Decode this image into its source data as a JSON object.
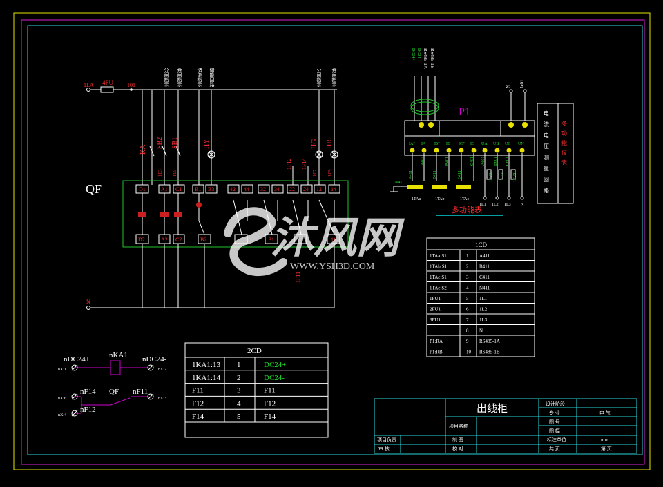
{
  "colors": {
    "background": "#000000",
    "frame_outer": "#e5e500",
    "frame_mid": "#d81fd8",
    "frame_inner": "#2ad6d6",
    "wire": "#ffffff",
    "terminal": "#22c22b",
    "label": "#ff3030",
    "magenta": "#d000d0",
    "cyan": "#00d6d6"
  },
  "left_circuit": {
    "source_label": "1LA",
    "fuse_label": "4FU",
    "node_label": "101",
    "neutral_label": "N",
    "breaker_label": "QF",
    "top_labels": [
      "分闸指示",
      "合闸指示",
      "储能指示",
      "储能回路",
      "分闸指示",
      "合闸指示"
    ],
    "element_labels": [
      "KA",
      "SB2",
      "SB1",
      "HY",
      "1F12",
      "1F14",
      "HG",
      "HR",
      "1F11"
    ],
    "node_numbers": [
      "103",
      "105",
      "107",
      "109"
    ],
    "top_terminals": [
      "D1",
      "A1",
      "C1",
      "B1",
      "B3",
      "42",
      "44",
      "32",
      "34",
      "22",
      "24",
      "12",
      "14"
    ],
    "bottom_terminals": [
      "D2",
      "A2",
      "C2",
      "B2",
      "",
      "31",
      "",
      "11"
    ]
  },
  "p1_meter": {
    "title": "P1",
    "subtitle": "多功能表",
    "top_labels": [
      "DC24+",
      "DC24-",
      "RS485-1A",
      "RS485-1B"
    ],
    "right_labels": [
      "N",
      "Ia01"
    ],
    "terminal_labels": [
      "IA*",
      "IA",
      "IB*",
      "IB",
      "IC*",
      "IC",
      "UA",
      "UB",
      "UC",
      "UN"
    ],
    "wire_codes": [
      "A411",
      "A401",
      "B411",
      "B401",
      "C411",
      "C401",
      "A601",
      "B601",
      "C601"
    ],
    "ct_labels": [
      "1TAa",
      "1TAb",
      "1TAc"
    ],
    "bottom_labels": [
      "1L1",
      "1L2",
      "1L3",
      "N"
    ],
    "fuse_labels": [
      "1FU1",
      "1FU2",
      "1FU3"
    ],
    "ground_label": "N411",
    "side_text": "电流电压测量回路",
    "side_text_red": "多功能仪表"
  },
  "table_1cd": {
    "title": "1CD",
    "rows": [
      [
        "1TAa:S1",
        "1",
        "A411"
      ],
      [
        "1TAb:S1",
        "2",
        "B411"
      ],
      [
        "1TAc:S1",
        "3",
        "C411"
      ],
      [
        "1TAc:S2",
        "4",
        "N411"
      ],
      [
        "1FU1",
        "5",
        "1L1"
      ],
      [
        "2FU1",
        "6",
        "1L2"
      ],
      [
        "3FU1",
        "7",
        "1L3"
      ],
      [
        "",
        "8",
        "N"
      ],
      [
        "P1:RA",
        "9",
        "RS485-1A"
      ],
      [
        "P1:RB",
        "10",
        "RS485-1B"
      ]
    ]
  },
  "table_2cd": {
    "title": "2CD",
    "rows": [
      [
        "1KA1:13",
        "1",
        "DC24+"
      ],
      [
        "1KA1:14",
        "2",
        "DC24-"
      ],
      [
        "F11",
        "3",
        "F11"
      ],
      [
        "F12",
        "4",
        "F12"
      ],
      [
        "F14",
        "5",
        "F14"
      ]
    ]
  },
  "relay_circuit": {
    "dc_pos": "nDC24+",
    "relay": "nKA1",
    "dc_neg": "nDC24-",
    "left_term1": "nX:1",
    "right_term1": "nX:2",
    "f14": "nF14",
    "qf": "QF",
    "f11": "nF11",
    "f12": "nF12",
    "left_term2": "nX:6",
    "left_term3": "nX:4",
    "right_term2": "nX:3"
  },
  "title_block": {
    "title": "出线柜",
    "cells": {
      "design_unit": "设计阶段",
      "major": "专 业",
      "major_val": "电 气",
      "drawing_no": "图 号",
      "scale": "图 幅",
      "date": "标注单位",
      "date_val": "mm",
      "sheet": "共 页",
      "sheet_val": "第 页",
      "project": "项目名称",
      "drawn": "制 图",
      "checked": "校 对",
      "proj_mgr": "项目负责",
      "review": "审 核"
    }
  },
  "watermark": {
    "brand": "沐风网",
    "url": "WWW.YSH3D.COM"
  }
}
